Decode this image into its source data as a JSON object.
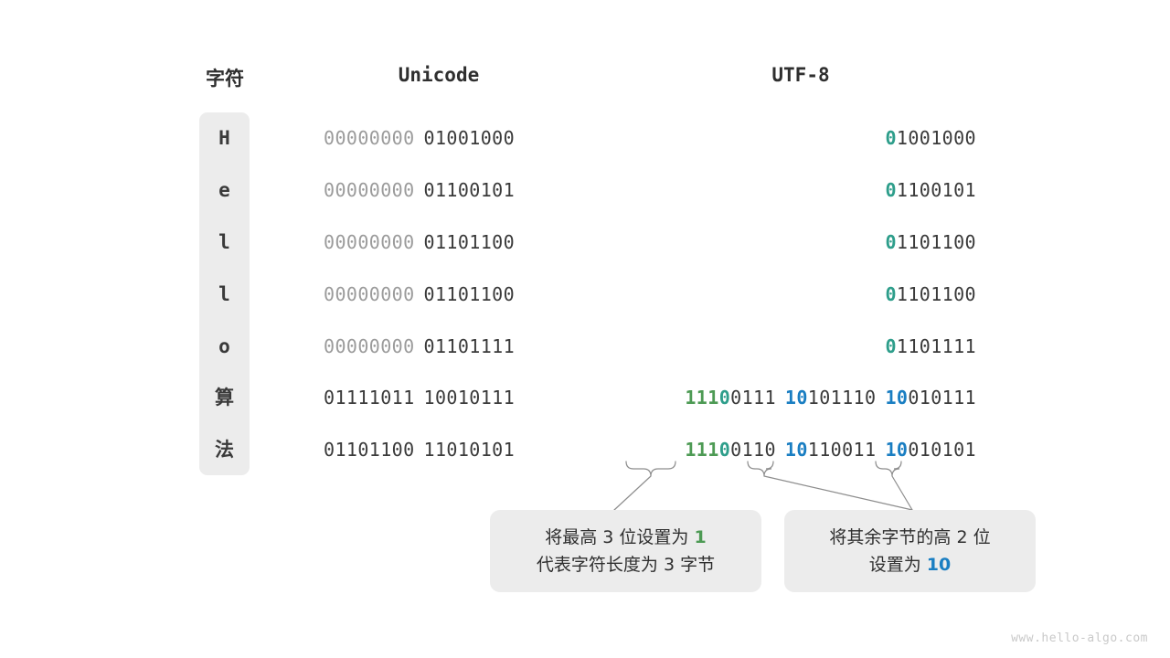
{
  "figure": {
    "watermark": "www.hello-algo.com",
    "colors": {
      "background": "#ffffff",
      "panel": "#ececec",
      "text_dark": "#3a3a3a",
      "text_dim": "#9b9b9b",
      "teal": "#2e9e8b",
      "green": "#4d9a54",
      "blue": "#1a7ec2",
      "connector": "#888888"
    }
  },
  "headers": {
    "character": "字符",
    "unicode": "Unicode",
    "utf8": "UTF-8"
  },
  "rows": [
    {
      "char": "H",
      "unicode": {
        "byte1": "00000000",
        "byte2": "01001000"
      },
      "utf8": {
        "bytes": [
          "01001000"
        ],
        "lead_prefix": "0",
        "lead_rest": "1001000"
      }
    },
    {
      "char": "e",
      "unicode": {
        "byte1": "00000000",
        "byte2": "01100101"
      },
      "utf8": {
        "bytes": [
          "01100101"
        ],
        "lead_prefix": "0",
        "lead_rest": "1100101"
      }
    },
    {
      "char": "l",
      "unicode": {
        "byte1": "00000000",
        "byte2": "01101100"
      },
      "utf8": {
        "bytes": [
          "01101100"
        ],
        "lead_prefix": "0",
        "lead_rest": "1101100"
      }
    },
    {
      "char": "l",
      "unicode": {
        "byte1": "00000000",
        "byte2": "01101100"
      },
      "utf8": {
        "bytes": [
          "01101100"
        ],
        "lead_prefix": "0",
        "lead_rest": "1101100"
      }
    },
    {
      "char": "o",
      "unicode": {
        "byte1": "00000000",
        "byte2": "01101111"
      },
      "utf8": {
        "bytes": [
          "01101111"
        ],
        "lead_prefix": "0",
        "lead_rest": "1101111"
      }
    },
    {
      "char": "算",
      "unicode": {
        "byte1": "01111011",
        "byte2": "10010111"
      },
      "utf8": {
        "bytes": [
          "11100111",
          "10101110",
          "10010111"
        ],
        "lead_ones": "111",
        "lead_zero": "0",
        "lead_rest": "0111",
        "cont1_prefix": "10",
        "cont1_rest": "101110",
        "cont2_prefix": "10",
        "cont2_rest": "010111"
      }
    },
    {
      "char": "法",
      "unicode": {
        "byte1": "01101100",
        "byte2": "11010101"
      },
      "utf8": {
        "bytes": [
          "11100110",
          "10110011",
          "10010101"
        ],
        "lead_ones": "111",
        "lead_zero": "0",
        "lead_rest": "0110",
        "cont1_prefix": "10",
        "cont1_rest": "110011",
        "cont2_prefix": "10",
        "cont2_rest": "010101"
      }
    }
  ],
  "callouts": {
    "left": {
      "line1_a": "将最高 3 位设置为 ",
      "line1_hl": "1",
      "line2": "代表字符长度为 3 字节"
    },
    "right": {
      "line1": "将其余字节的高 2 位",
      "line2_a": "设置为 ",
      "line2_hl": "10"
    }
  }
}
